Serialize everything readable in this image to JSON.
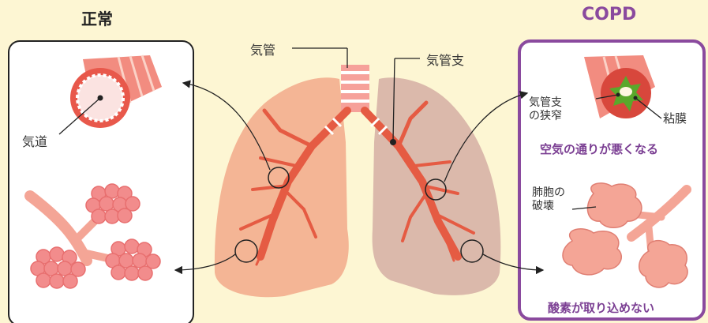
{
  "titles": {
    "normal": "正常",
    "copd": "COPD"
  },
  "labels": {
    "trachea": "気管",
    "bronchus": "気管支",
    "airway": "気道",
    "narrowing_line1": "気管支",
    "narrowing_line2": "の狭窄",
    "mucosa": "粘膜",
    "air_flow_caption": "空気の通りが悪くなる",
    "alveoli_line1": "肺胞の",
    "alveoli_line2": "破壊",
    "oxygen_caption": "酸素が取り込めない"
  },
  "colors": {
    "background": "#fdf6d3",
    "normal_lung": "#f4b595",
    "copd_lung": "#dbb9ab",
    "bronchus_red": "#e55b43",
    "copd_frame": "#8a4a9e",
    "caption_purple": "#7b3f93",
    "mucus_green": "#5aa82b"
  }
}
